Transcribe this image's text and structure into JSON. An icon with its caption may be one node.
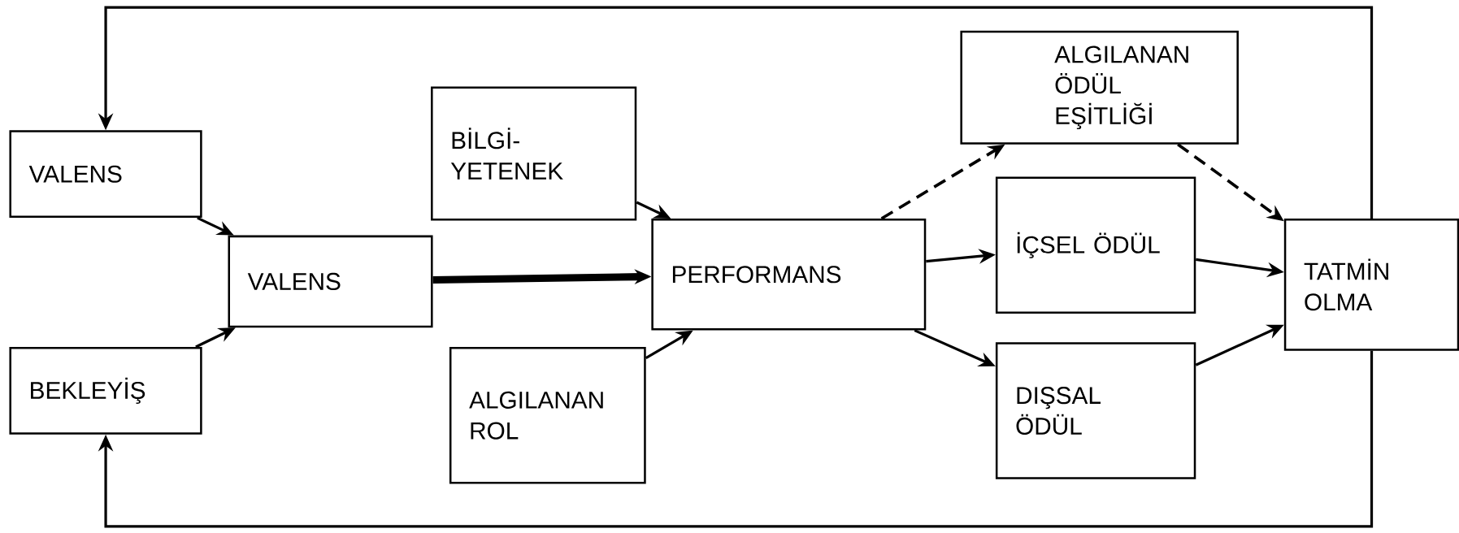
{
  "diagram": {
    "nodes": [
      {
        "text": [
          "VALENS"
        ]
      },
      {
        "text": [
          "BEKLEYİŞ"
        ]
      },
      {
        "text": [
          "VALENS"
        ]
      },
      {
        "text": [
          "BİLGİ-YETENEK"
        ]
      },
      {
        "text": [
          "ALGILANAN ROL"
        ]
      },
      {
        "text": [
          "PERFORMANS"
        ]
      },
      {
        "text": [
          "ALGILANAN ÖDÜL EŞİTLİĞİ"
        ]
      },
      {
        "text": [
          "İÇSEL ÖDÜL"
        ]
      },
      {
        "text": [
          "DIŞSAL ÖDÜL"
        ]
      },
      {
        "text": [
          "TATMİN OLMA"
        ]
      }
    ],
    "edges": [
      {
        "from": 0,
        "to": 2,
        "arrow": "to"
      },
      {
        "from": 1,
        "to": 2,
        "arrow": "to"
      },
      {
        "from": 2,
        "to": 5,
        "arrow": "to",
        "style": "thick"
      },
      {
        "from": 3,
        "to": 5,
        "arrow": "to"
      },
      {
        "from": 4,
        "to": 5,
        "arrow": "to"
      },
      {
        "from": 5,
        "to": 6,
        "arrow": "to",
        "style": "dashed"
      },
      {
        "from": 5,
        "to": 7,
        "arrow": "to"
      },
      {
        "from": 5,
        "to": 8,
        "arrow": "to"
      },
      {
        "from": 6,
        "to": 9,
        "arrow": "to",
        "style": "dashed"
      },
      {
        "from": 7,
        "to": 9,
        "arrow": "to"
      },
      {
        "from": 8,
        "to": 9,
        "arrow": "to"
      },
      {
        "from": 9,
        "to": 0,
        "arrow": "to"
      },
      {
        "from": 9,
        "to": 1,
        "arrow": "to"
      }
    ]
  }
}
